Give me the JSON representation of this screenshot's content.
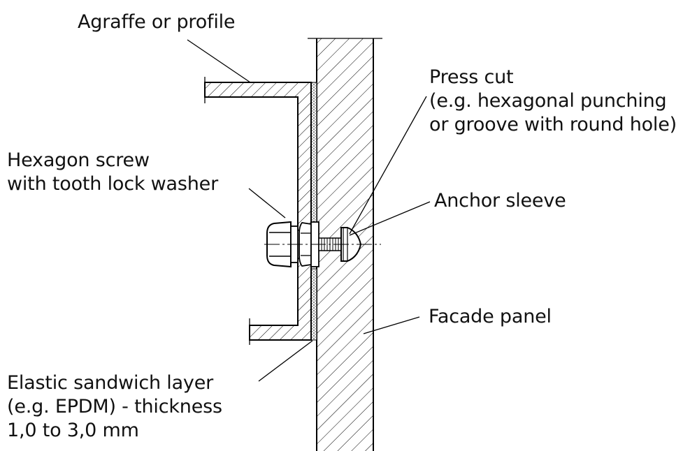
{
  "labels": {
    "agraffe": "Agraffe or profile",
    "press_cut": [
      "Press cut",
      "(e.g. hexagonal punching",
      "or groove with round hole)"
    ],
    "hex_screw": [
      "Hexagon screw",
      "with tooth lock washer"
    ],
    "anchor_sleeve": "Anchor sleeve",
    "facade_panel": "Facade panel",
    "elastic_layer": [
      "Elastic sandwich layer",
      "(e.g. EPDM) - thickness",
      "1,0 to 3,0 mm"
    ]
  },
  "colors": {
    "line": "#000000",
    "text": "#111111",
    "background": "#ffffff"
  }
}
